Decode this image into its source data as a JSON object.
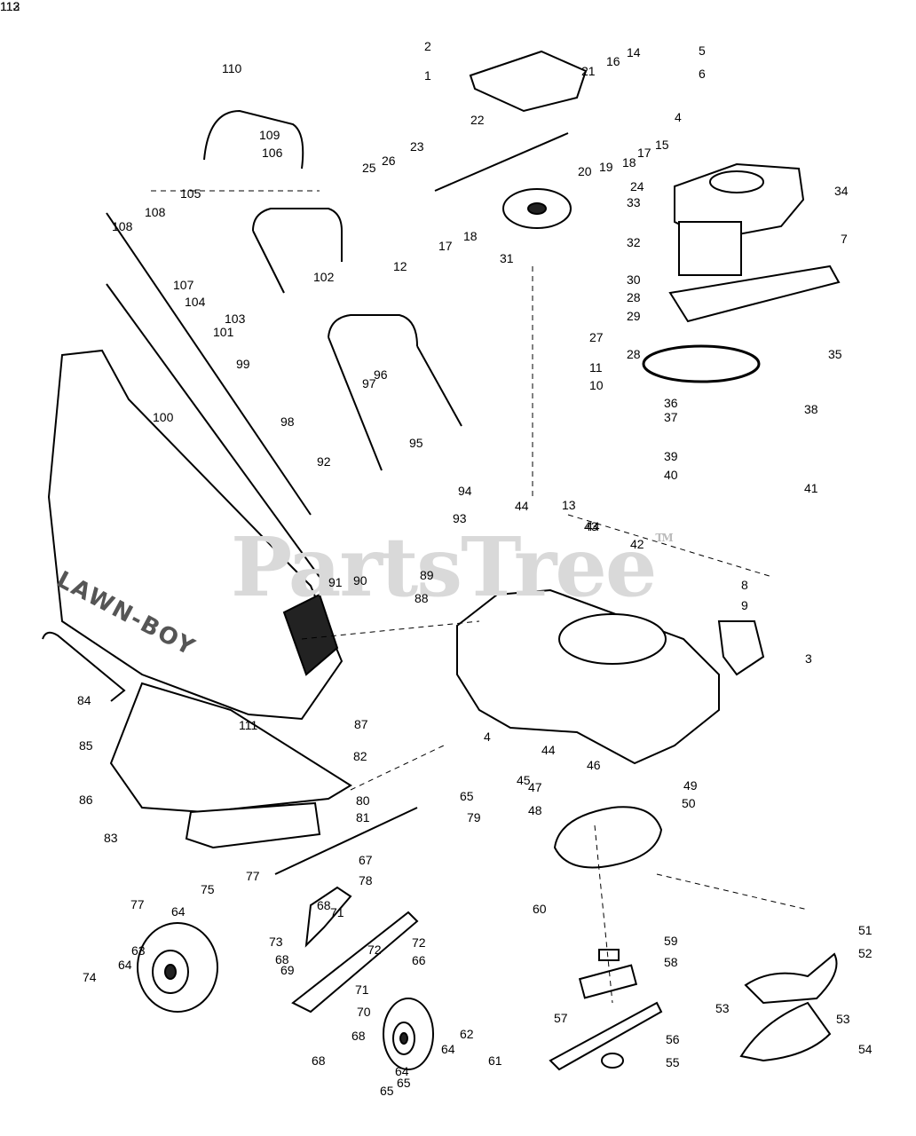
{
  "watermark": {
    "text": "PartsTree",
    "mark": "TM"
  },
  "lawn_bag_text": "LAWN-BOY",
  "callouts": [
    "1",
    "2",
    "3",
    "4",
    "4",
    "5",
    "6",
    "7",
    "8",
    "9",
    "10",
    "11",
    "12",
    "13",
    "14",
    "15",
    "16",
    "17",
    "17",
    "18",
    "18",
    "19",
    "20",
    "21",
    "22",
    "23",
    "24",
    "25",
    "26",
    "27",
    "28",
    "28",
    "29",
    "30",
    "31",
    "32",
    "33",
    "34",
    "35",
    "36",
    "37",
    "38",
    "39",
    "40",
    "41",
    "42",
    "43",
    "44",
    "44",
    "44",
    "45",
    "46",
    "47",
    "48",
    "49",
    "50",
    "51",
    "52",
    "53",
    "53",
    "54",
    "55",
    "56",
    "57",
    "58",
    "59",
    "60",
    "61",
    "62",
    "63",
    "64",
    "64",
    "64",
    "64",
    "65",
    "65",
    "65",
    "66",
    "67",
    "68",
    "68",
    "68",
    "68",
    "69",
    "70",
    "71",
    "71",
    "72",
    "72",
    "73",
    "74",
    "75",
    "77",
    "77",
    "78",
    "79",
    "80",
    "81",
    "82",
    "83",
    "84",
    "85",
    "86",
    "87",
    "88",
    "89",
    "90",
    "91",
    "92",
    "93",
    "94",
    "95",
    "96",
    "97",
    "98",
    "99",
    "100",
    "101",
    "102",
    "103",
    "104",
    "105",
    "106",
    "107",
    "108",
    "108",
    "109",
    "110",
    "111",
    "112",
    "113"
  ]
}
